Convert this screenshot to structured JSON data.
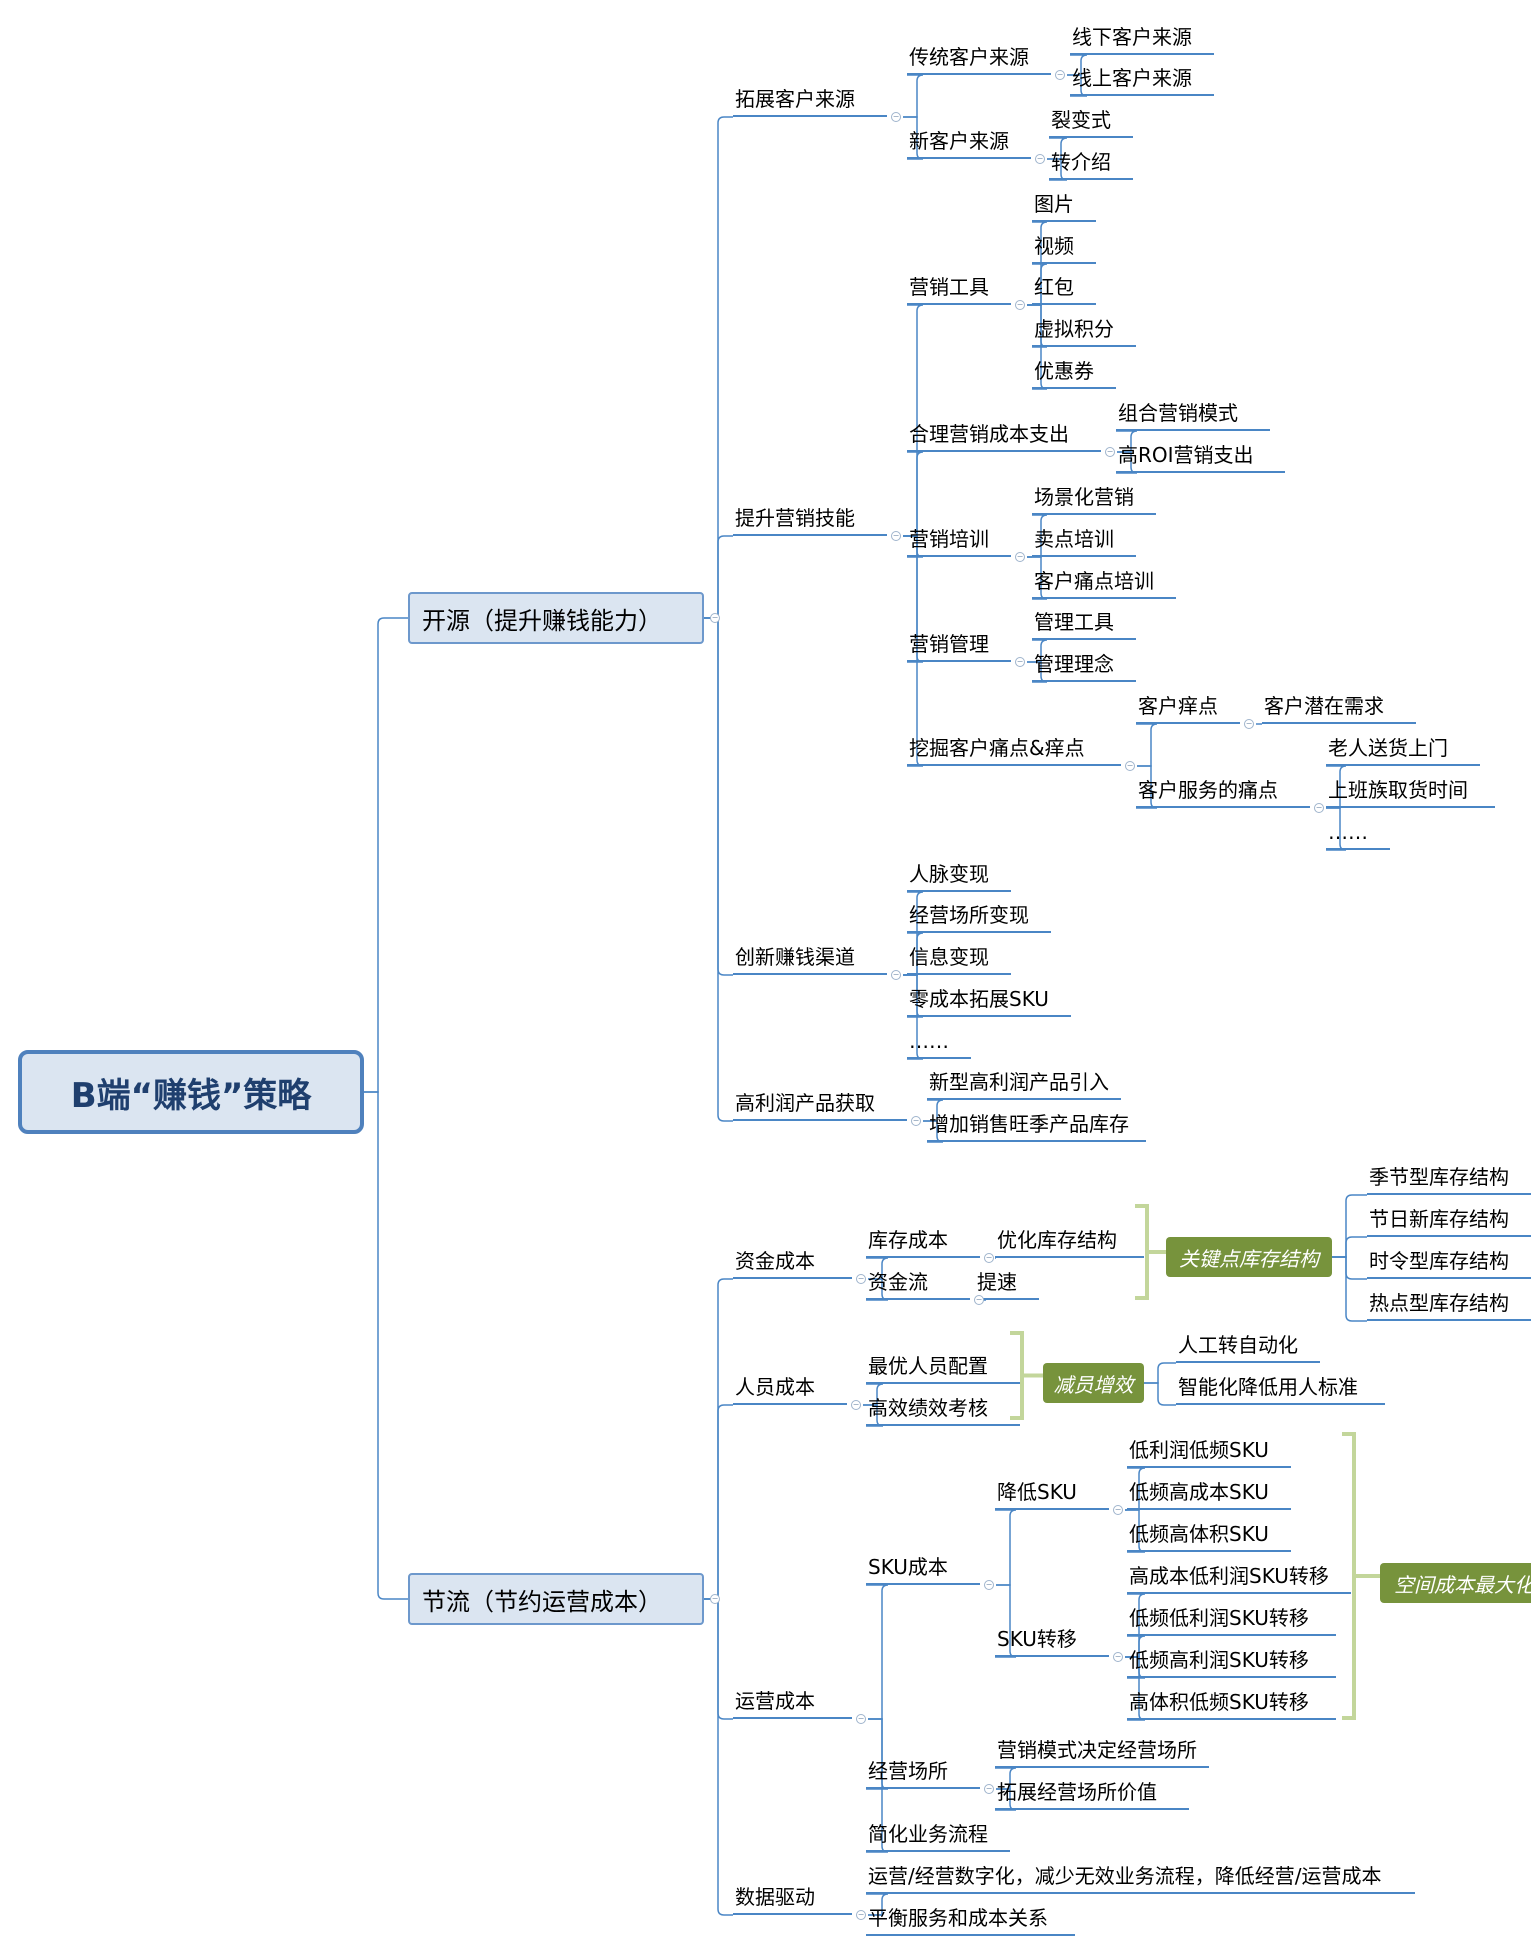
{
  "root": {
    "label": "B端“赚钱”策略"
  },
  "branches": {
    "kaiyuan": "开源（提升赚钱能力）",
    "jieliu": "节流（节约运营成本）"
  },
  "nodes": {
    "tuozhan": "拓展客户来源",
    "chuantong": "传统客户来源",
    "xianxia": "线下客户来源",
    "xianshang": "线上客户来源",
    "xinkehu": "新客户来源",
    "liebian": "裂变式",
    "zhuanjie": "转介绍",
    "tisheng": "提升营销技能",
    "yxgj": "营销工具",
    "tupian": "图片",
    "shipin": "视频",
    "hongbao": "红包",
    "xuni": "虚拟积分",
    "youhui": "优惠券",
    "heli": "合理营销成本支出",
    "zuhe": "组合营销模式",
    "gaoroi": "高ROI营销支出",
    "peixun": "营销培训",
    "changjing": "场景化营销",
    "maidian": "卖点培训",
    "tongdian": "客户痛点培训",
    "guanli": "营销管理",
    "glgj": "管理工具",
    "glln": "管理理念",
    "wajue": "挖掘客户痛点&痒点",
    "yangdian": "客户痒点",
    "qianzai": "客户潜在需求",
    "fuwu": "客户服务的痛点",
    "laoren": "老人送货上门",
    "shangban": "上班族取货时间",
    "dots1": "……",
    "chuangxin": "创新赚钱渠道",
    "renmai": "人脉变现",
    "jingying": "经营场所变现",
    "xinxi": "信息变现",
    "lingchengben": "零成本拓展SKU",
    "dots2": "……",
    "gaolirun": "高利润产品获取",
    "xinxing": "新型高利润产品引入",
    "zengjia": "增加销售旺季产品库存",
    "zijin": "资金成本",
    "kucun": "库存成本",
    "youhua": "优化库存结构",
    "zijinliu": "资金流",
    "tisu": "提速",
    "jijie": "季节型库存结构",
    "jieri": "节日新库存结构",
    "shiling": "时令型库存结构",
    "redian": "热点型库存结构",
    "renyuan": "人员成本",
    "zuiyou": "最优人员配置",
    "gaoxiao": "高效绩效考核",
    "rengong": "人工转自动化",
    "zhineng": "智能化降低用人标准",
    "yunying": "运营成本",
    "sku": "SKU成本",
    "jiangdi": "降低SKU",
    "dlr": "低利润低频SKU",
    "dpgc": "低频高成本SKU",
    "dpgt": "低频高体积SKU",
    "zhuanyi": "SKU转移",
    "gcdl": "高成本低利润SKU转移",
    "dpdl": "低频低利润SKU转移",
    "dpgl": "低频高利润SKU转移",
    "gtdp": "高体积低频SKU转移",
    "jycs": "经营场所",
    "yxms": "营销模式决定经营场所",
    "tzcs": "拓展经营场所价值",
    "jianhua": "简化业务流程",
    "shuju": "数据驱动",
    "szh": "运营/经营数字化，减少无效业务流程，降低经营/运营成本",
    "pingheng": "平衡服务和成本关系"
  },
  "summaries": {
    "kucunjiegou": "关键点库存结构",
    "jianyuan": "减员增效",
    "kongjian": "空间成本最大化"
  },
  "colors": {
    "line": "#4a86c5",
    "root_fill": "#dbe5f1",
    "root_border": "#4f81bd",
    "summary_fill": "#77933c",
    "bracket": "#c3d69b"
  }
}
